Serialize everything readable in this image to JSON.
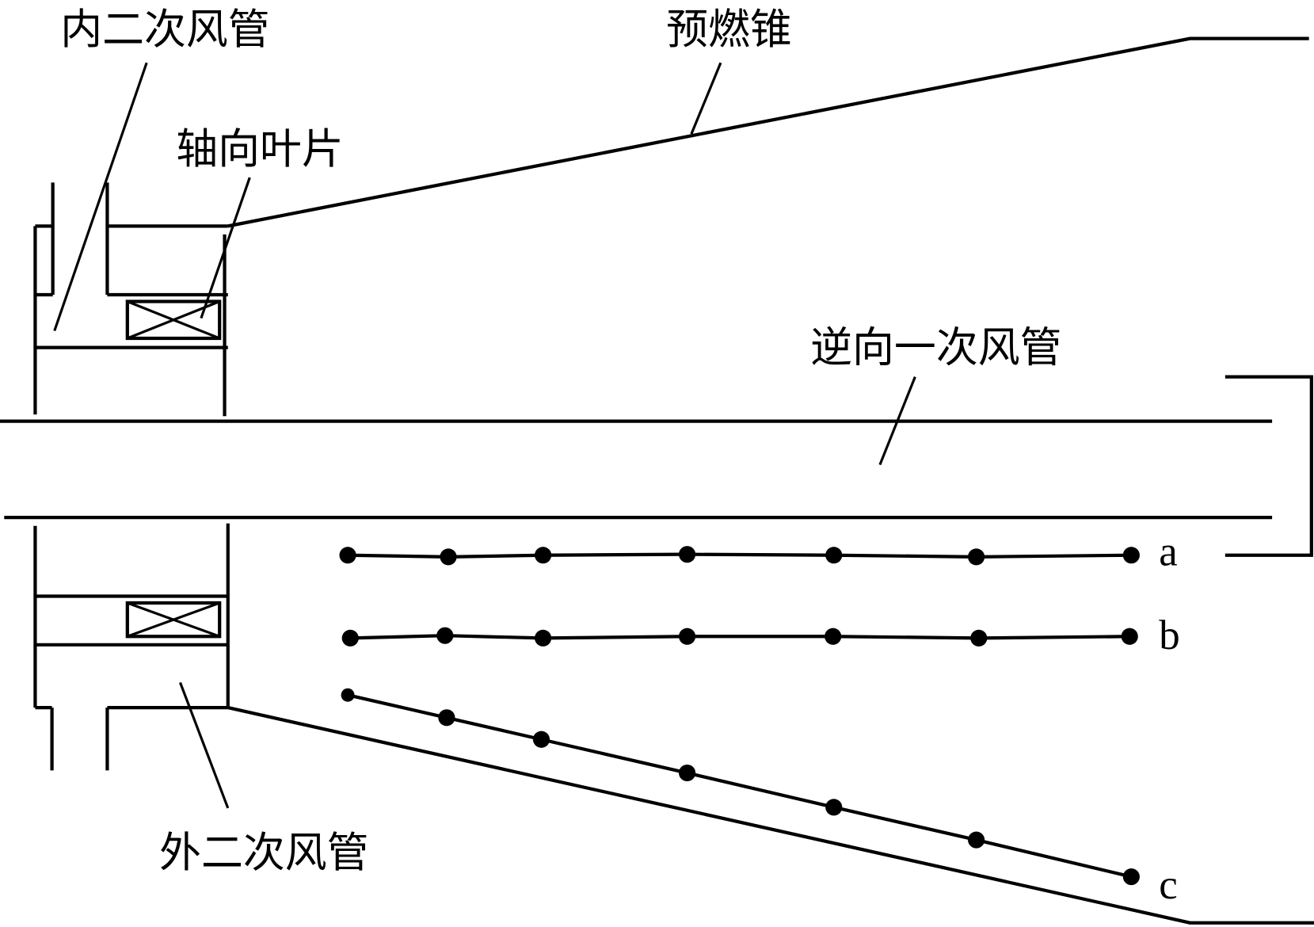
{
  "labels": {
    "inner_secondary_duct": "内二次风管",
    "precombustion_cone": "预燃锥",
    "axial_vanes": "轴向叶片",
    "reverse_primary_duct": "逆向一次风管",
    "outer_secondary_duct": "外二次风管"
  },
  "lines": [
    {
      "label": "a"
    },
    {
      "label": "b"
    },
    {
      "label": "c"
    }
  ],
  "colors": {
    "stroke": "#000000",
    "background": "#ffffff"
  }
}
